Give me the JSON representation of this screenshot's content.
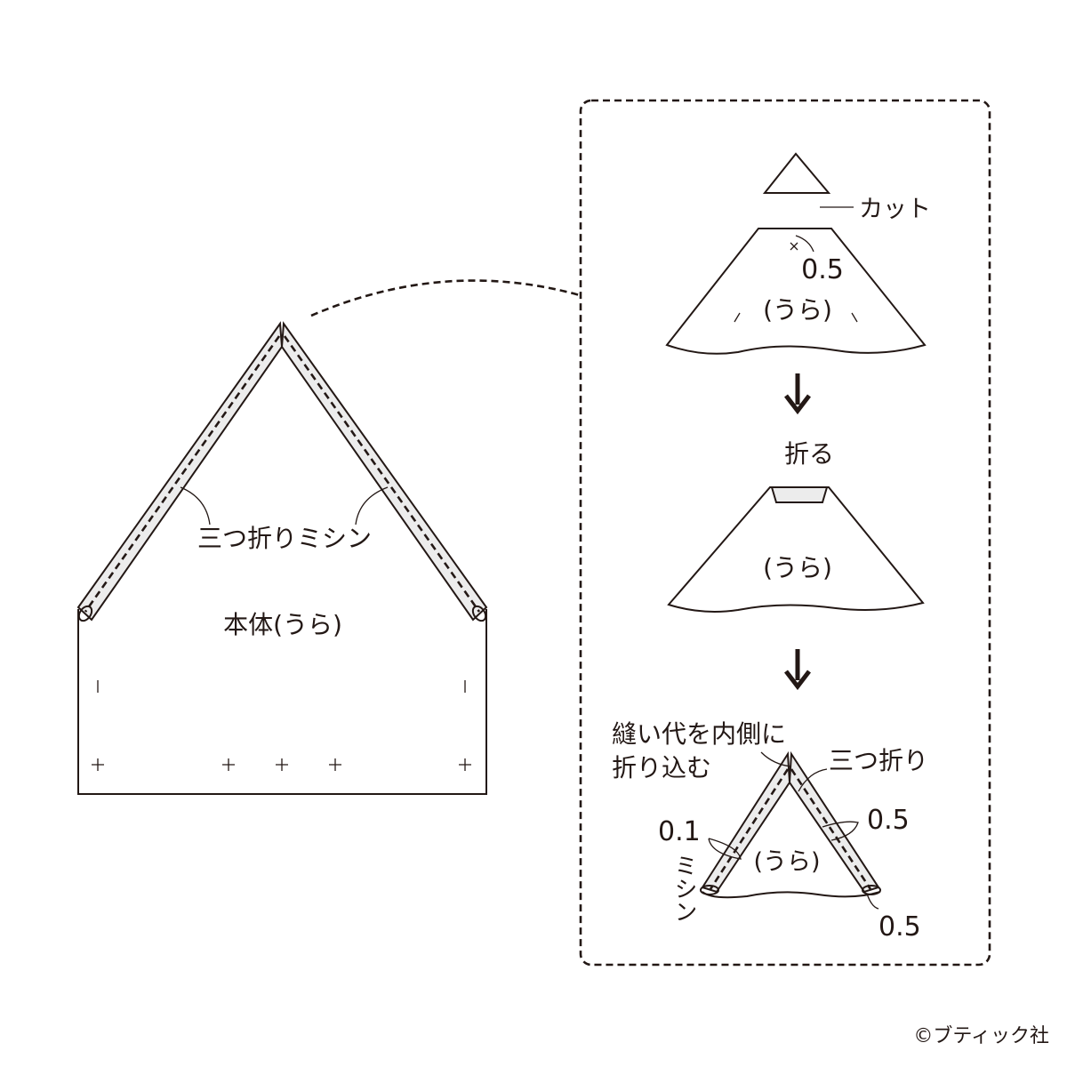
{
  "main_piece": {
    "seam_label": "三つ折りミシン",
    "body_label": "本体(うら)"
  },
  "detail": {
    "cut_label": "カット",
    "step1_measure": "0.5",
    "step1_side": "(うら)",
    "step2_fold": "折る",
    "step2_side": "(うら)",
    "step3_note_line1": "縫い代を内側に",
    "step3_note_line2": "折り込む",
    "step3_triple_fold": "三つ折り",
    "step3_measure_right": "0.5",
    "step3_measure_left": "0.1",
    "step3_stitch": "ミシン",
    "step3_measure_bottom": "0.5",
    "step3_side": "(うら)"
  },
  "copyright": "©ブティック社",
  "colors": {
    "line": "#231815",
    "strip_fill": "#ececec"
  }
}
